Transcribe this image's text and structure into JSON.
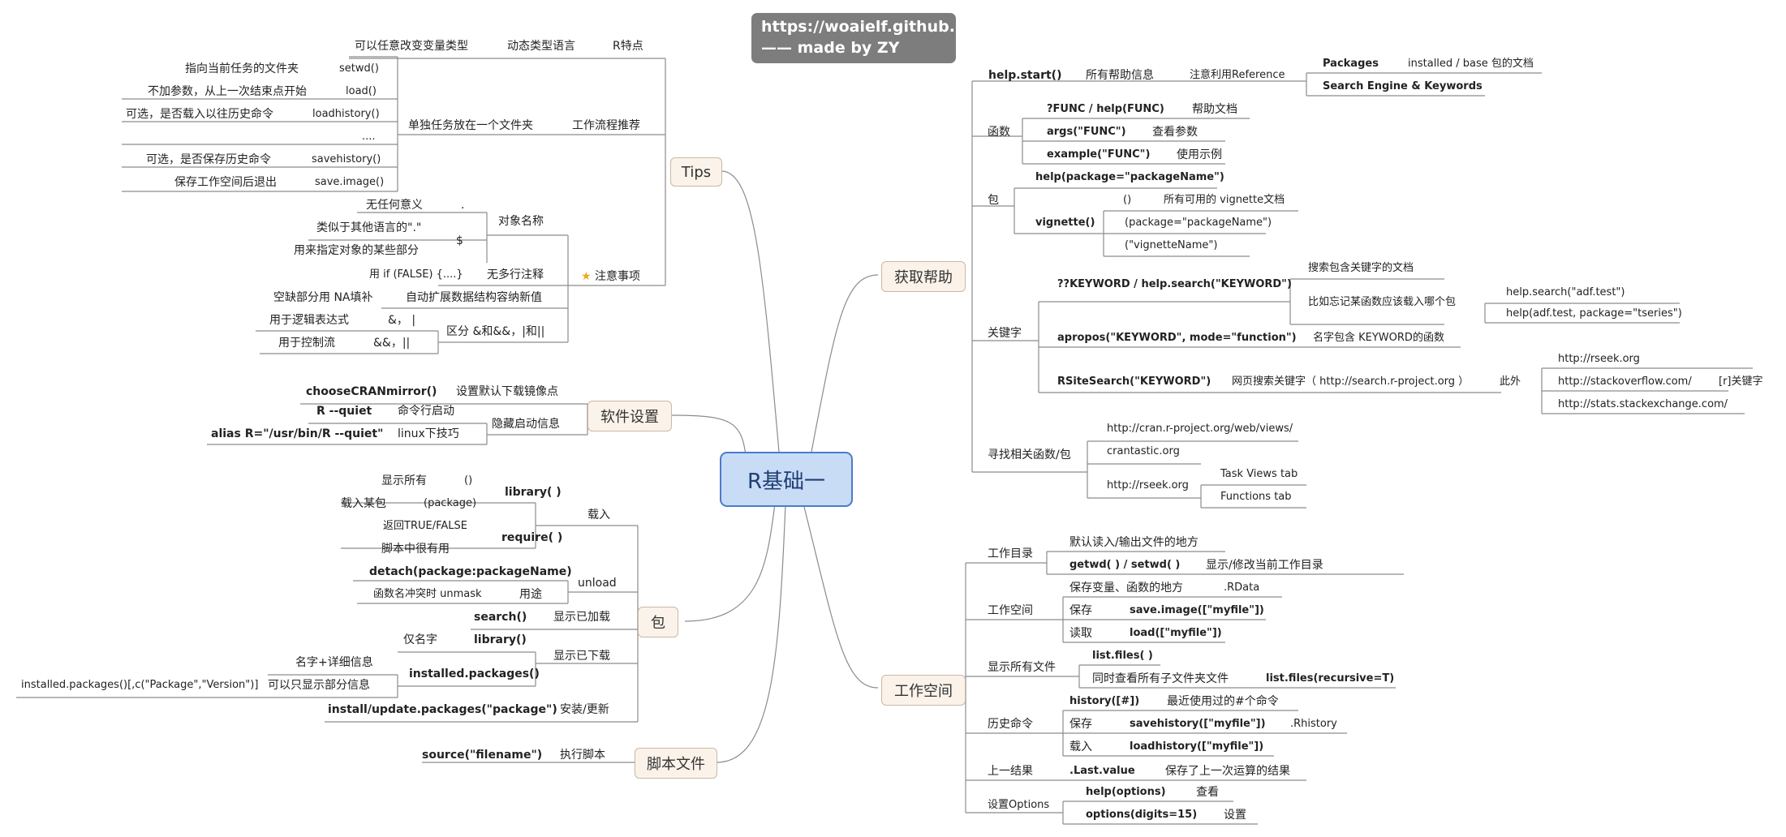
{
  "center": "R基础一",
  "banner": {
    "line1": "https://woaielf.github.io/",
    "line2": "—— made by ZY"
  },
  "branches": {
    "tips": "Tips",
    "software": "软件设置",
    "packages": "包",
    "scripts": "脚本文件",
    "help": "获取帮助",
    "workspace": "工作空间"
  },
  "tips": {
    "r_features": "R特点",
    "dynamic_typing": "动态类型语言",
    "change_types": "可以任意改变变量类型",
    "workflow": "工作流程推荐",
    "single_folder": "单独任务放在一个文件夹",
    "setwd": "setwd()",
    "setwd_desc": "指向当前任务的文件夹",
    "load": "load()",
    "load_desc": "不加参数，从上一次结束点开始",
    "loadhistory": "loadhistory()",
    "loadhistory_desc": "可选，是否载入以往历史命令",
    "ellipsis": "....",
    "savehistory": "savehistory()",
    "savehistory_desc": "可选，是否保存历史命令",
    "saveimage": "save.image()",
    "saveimage_desc": "保存工作空间后退出",
    "notes": "注意事项",
    "object_names": "对象名称",
    "dot": ".",
    "dot_desc": "无任何意义",
    "dollar": "$",
    "dollar_desc1": "类似于其他语言的\".\"",
    "dollar_desc2": "用来指定对象的某些部分",
    "multiline": "无多行注释",
    "multiline_desc": "用 if (FALSE) {....}",
    "auto_extend": "自动扩展数据结构容纳新值",
    "na_fill": "空缺部分用 NA填补",
    "distinguish": "区分 &和&&，|和||",
    "logic_expr": "用于逻辑表达式",
    "logic_sym": "&， |",
    "control_flow": "用于控制流",
    "control_sym": "&&，||"
  },
  "software": {
    "mirror_fn": "chooseCRANmirror()",
    "mirror_desc": "设置默认下载镜像点",
    "hide_startup": "隐藏启动信息",
    "quiet": "R --quiet",
    "quiet_desc": "命令行启动",
    "alias": "alias R=\"/usr/bin/R --quiet\"",
    "alias_desc": "linux下技巧"
  },
  "packages": {
    "load": "载入",
    "library": "library( )",
    "show_all": "显示所有",
    "show_all_arg": "()",
    "load_pkg": "载入某包",
    "load_pkg_arg": "(package)",
    "require": "require( )",
    "return_tf": "返回TRUE/FALSE",
    "useful_in_script": "脚本中很有用",
    "unload": "unload",
    "detach": "detach(package:packageName)",
    "usage": "用途",
    "usage_desc": "函数名冲突时 unmask",
    "loaded": "显示已加载",
    "search": "search()",
    "downloaded": "显示已下载",
    "library_fn": "library()",
    "names_only": "仅名字",
    "installed": "installed.packages()",
    "name_detail": "名字+详细信息",
    "partial": "可以只显示部分信息",
    "partial_code": "installed.packages()[,c(\"Package\",\"Version\")]",
    "install": "安装/更新",
    "install_fn": "install/update.packages(\"package\")"
  },
  "scripts": {
    "run": "执行脚本",
    "source": "source(\"filename\")"
  },
  "help": {
    "help_start": "help.start()",
    "all_help": "所有帮助信息",
    "use_reference": "注意利用Reference",
    "packages_ref": "Packages",
    "packages_ref_desc": "installed / base 包的文档",
    "search_engine": "Search Engine & Keywords",
    "functions": "函数",
    "help_func": "?FUNC / help(FUNC)",
    "help_doc": "帮助文档",
    "args_fn": "args(\"FUNC\")",
    "view_args": "查看参数",
    "example_fn": "example(\"FUNC\")",
    "examples": "使用示例",
    "pkg": "包",
    "help_pkg": "help(package=\"packageName\")",
    "vignette": "vignette()",
    "vignette_empty": "()",
    "vignette_all": "所有可用的 vignette文档",
    "vignette_pkg": "(package=\"packageName\")",
    "vignette_name": "(\"vignetteName\")",
    "keywords": "关键字",
    "help_search": "??KEYWORD / help.search(\"KEYWORD\")",
    "search_kw_docs": "搜索包含关键字的文档",
    "forgot_pkg": "比如忘记某函数应该载入哪个包",
    "help_search_ex": "help.search(\"adf.test\")",
    "help_ex": "help(adf.test, package=\"tseries\")",
    "apropos": "apropos(\"KEYWORD\", mode=\"function\")",
    "apropos_desc": "名字包含 KEYWORD的函数",
    "rsitesearch": "RSiteSearch(\"KEYWORD\")",
    "web_search": "网页搜索关键字（ http://search.r-project.org ）",
    "besides": "此外",
    "rseek": "http://rseek.org",
    "stackoverflow": "http://stackoverflow.com/",
    "stats_se": "http://stats.stackexchange.com/",
    "r_keyword": "[r]关键字",
    "find_related": "寻找相关函数/包",
    "cran_views": "http://cran.r-project.org/web/views/",
    "crantastic": "crantastic.org",
    "rseek2": "http://rseek.org",
    "task_views": "Task Views tab",
    "functions_tab": "Functions tab"
  },
  "workspace": {
    "workdir": "工作目录",
    "workdir_desc": "默认读入/输出文件的地方",
    "getwd": "getwd( ) / setwd( )",
    "getwd_desc": "显示/修改当前工作目录",
    "ws": "工作空间",
    "ws_desc": "保存变量、函数的地方",
    "rdata": ".RData",
    "save": "保存",
    "save_image": "save.image([\"myfile\"])",
    "read": "读取",
    "load_fn": "load([\"myfile\"])",
    "show_files": "显示所有文件",
    "list_files": "list.files( )",
    "with_sub": "同时查看所有子文件夹文件",
    "list_files_rec": "list.files(recursive=T)",
    "history_cmd": "历史命令",
    "history_fn": "history([#])",
    "recent": "最近使用过的#个命令",
    "save_h": "保存",
    "savehistory_fn": "savehistory([\"myfile\"])",
    "rhistory": ".Rhistory",
    "load_h": "载入",
    "loadhistory_fn": "loadhistory([\"myfile\"])",
    "last_result": "上一结果",
    "last_value": ".Last.value",
    "last_desc": "保存了上一次运算的结果",
    "options": "设置Options",
    "help_options": "help(options)",
    "view": "查看",
    "options_fn": "options(digits=15)",
    "set": "设置"
  }
}
